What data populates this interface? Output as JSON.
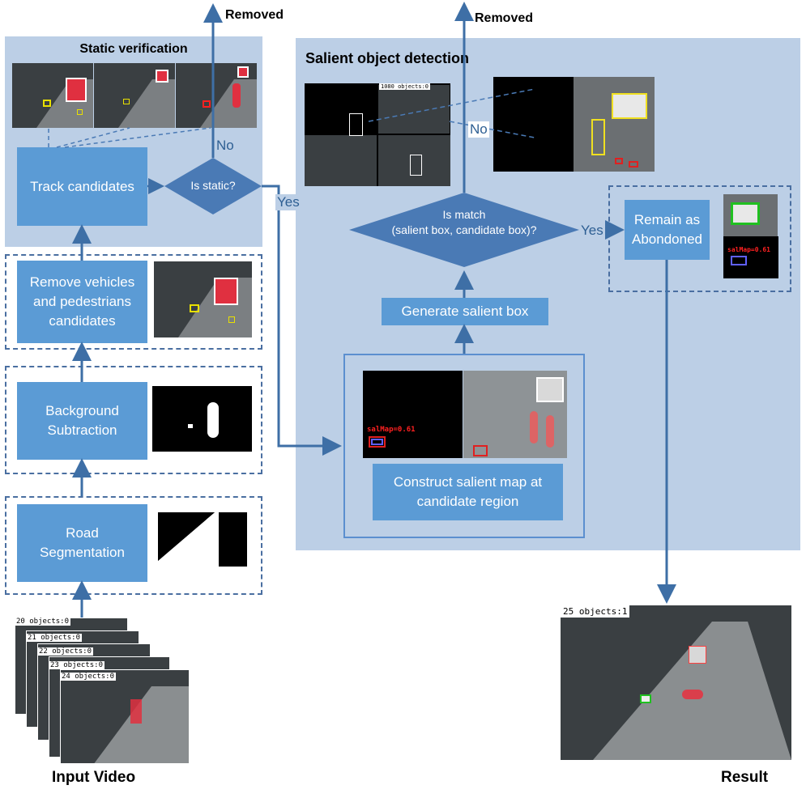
{
  "labels": {
    "removed_left": "Removed",
    "removed_right": "Removed",
    "static_verification": "Static verification",
    "salient_object_detection": "Salient object detection",
    "no_left": "No",
    "no_right": "No",
    "yes_left": "Yes",
    "yes_right": "Yes",
    "input_video": "Input Video",
    "result": "Result"
  },
  "steps": {
    "track": "Track candidates",
    "is_static": "Is static?",
    "remove": "Remove vehicles\nand pedestrians\ncandidates",
    "background": "Background\nSubtraction",
    "road": "Road\nSegmentation",
    "is_match_1": "Is match",
    "is_match_2": "(salient box, candidate box)?",
    "generate": "Generate salient box",
    "construct": "Construct salient map at\ncandidate region",
    "remain": "Remain as\nAbondoned"
  },
  "overlays": {
    "frames": [
      "20 objects:0",
      "21 objects:0",
      "22 objects:0",
      "23 objects:0",
      "24 objects:0"
    ],
    "result": "25 objects:1",
    "salmap": "salMap=0.61",
    "salmap_small": "salMap=0.61",
    "sd_header": "1080 objects:0"
  },
  "colors": {
    "panel": "#bccfe6",
    "process": "#5b9bd5",
    "decision": "#4a7ab5",
    "arrow": "#3e6fa6"
  }
}
